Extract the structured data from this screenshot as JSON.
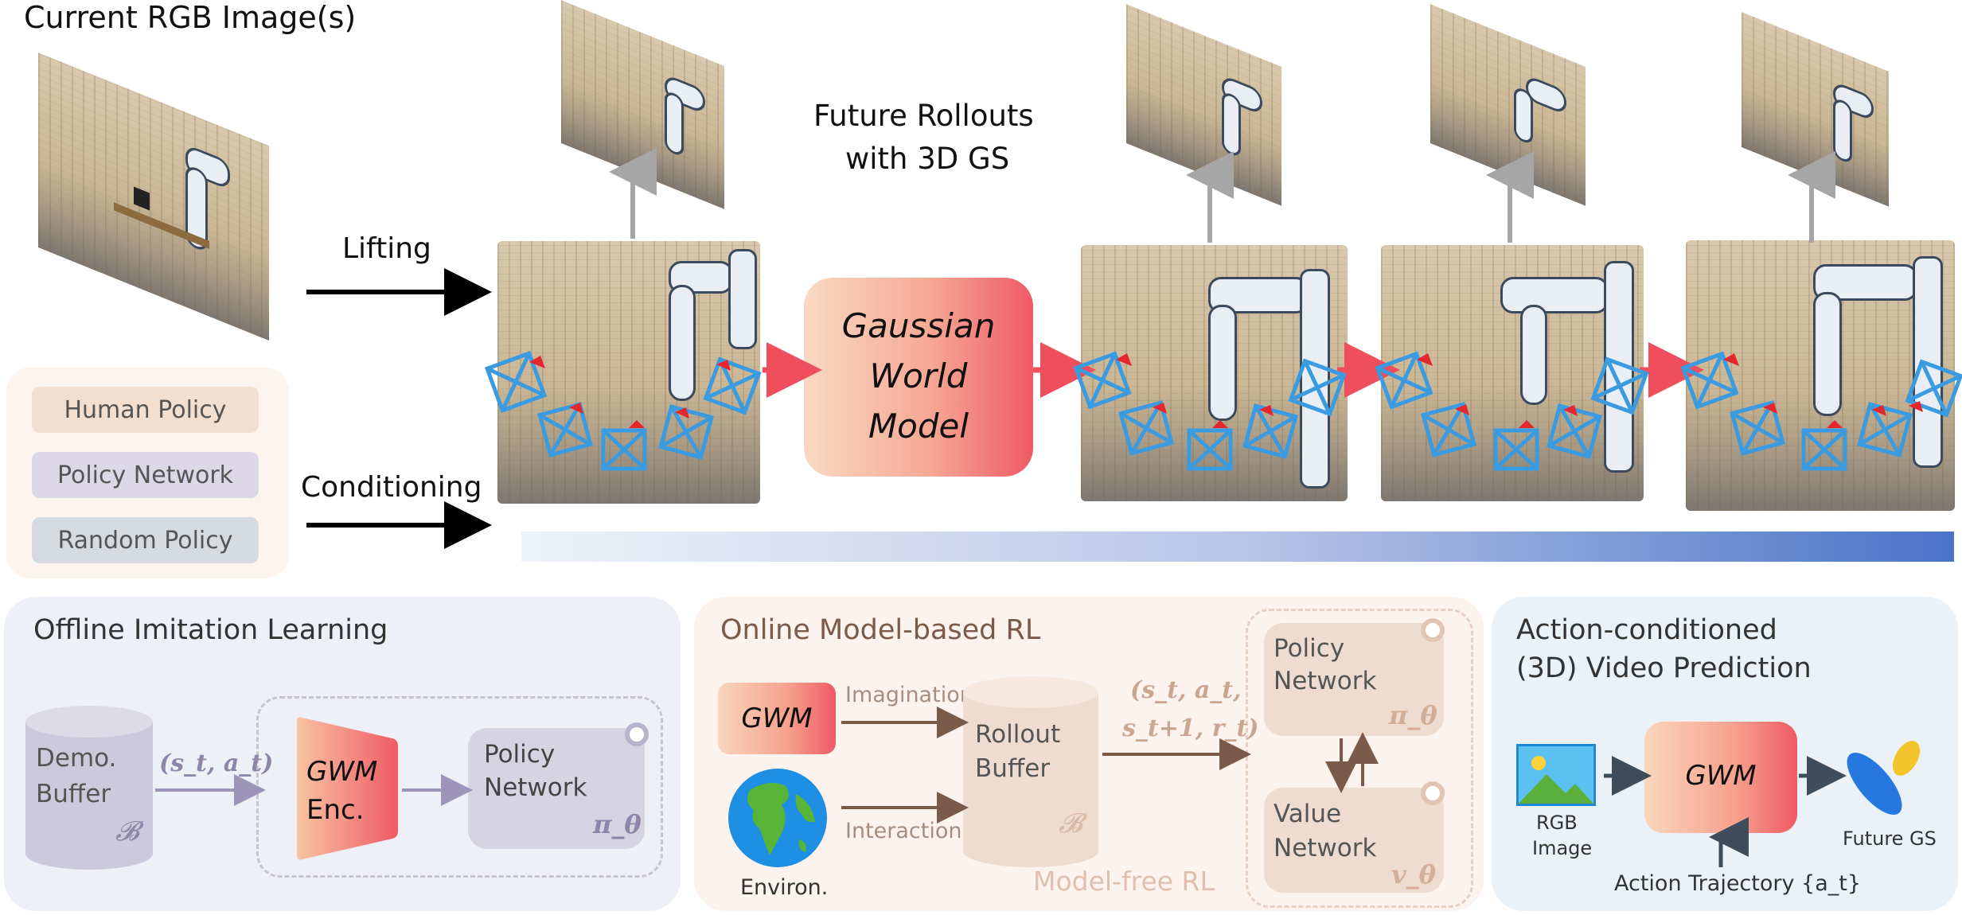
{
  "top": {
    "current_rgb_title": "Current RGB Image(s)",
    "lifting_label": "Lifting",
    "conditioning_label": "Conditioning",
    "future_rollouts_line1": "Future Rollouts",
    "future_rollouts_line2": "with 3D GS",
    "gwm_line1": "Gaussian",
    "gwm_line2": "World",
    "gwm_line3": "Model"
  },
  "policies": [
    {
      "label": "Human Policy",
      "color": "#f3dfcf"
    },
    {
      "label": "Policy Network",
      "color": "#dcd8e8"
    },
    {
      "label": "Random Policy",
      "color": "#d6dbe0"
    }
  ],
  "offline": {
    "title": "Offline Imitation Learning",
    "buffer_line1": "Demo.",
    "buffer_line2": "Buffer",
    "buffer_symbol": "𝓑",
    "transition": "(s_t, a_t)",
    "encoder_line1": "GWM",
    "encoder_line2": "Enc.",
    "policy_line1": "Policy",
    "policy_line2": "Network",
    "policy_symbol": "π_θ"
  },
  "online": {
    "title": "Online Model-based RL",
    "gwm_label": "GWM",
    "imagination_label": "Imagination",
    "interaction_label": "Interaction",
    "environ_label": "Environ.",
    "buffer_line1": "Rollout",
    "buffer_line2": "Buffer",
    "buffer_symbol": "𝓑",
    "tuple_line1": "(s_t, a_t,",
    "tuple_line2": "s_t+1, r_t)",
    "policy_line1": "Policy",
    "policy_line2": "Network",
    "policy_symbol": "π_θ",
    "value_line1": "Value",
    "value_line2": "Network",
    "value_symbol": "v_θ",
    "model_free_label": "Model-free RL"
  },
  "video": {
    "title_line1": "Action-conditioned",
    "title_line2": "(3D) Video Prediction",
    "rgb_line1": "RGB",
    "rgb_line2": "Image",
    "gwm_label": "GWM",
    "future_gs_label": "Future GS",
    "action_traj_label": "Action Trajectory {a_t}"
  },
  "colors": {
    "accent_red": "#ef4f5d",
    "camera_blue": "#3a9be0",
    "offline_bg": "#eef0f7",
    "online_bg": "#fcf3ee",
    "video_bg": "#eaf2f8",
    "brown_arrow": "#7a5a48",
    "purple_text": "#8e86a8"
  }
}
